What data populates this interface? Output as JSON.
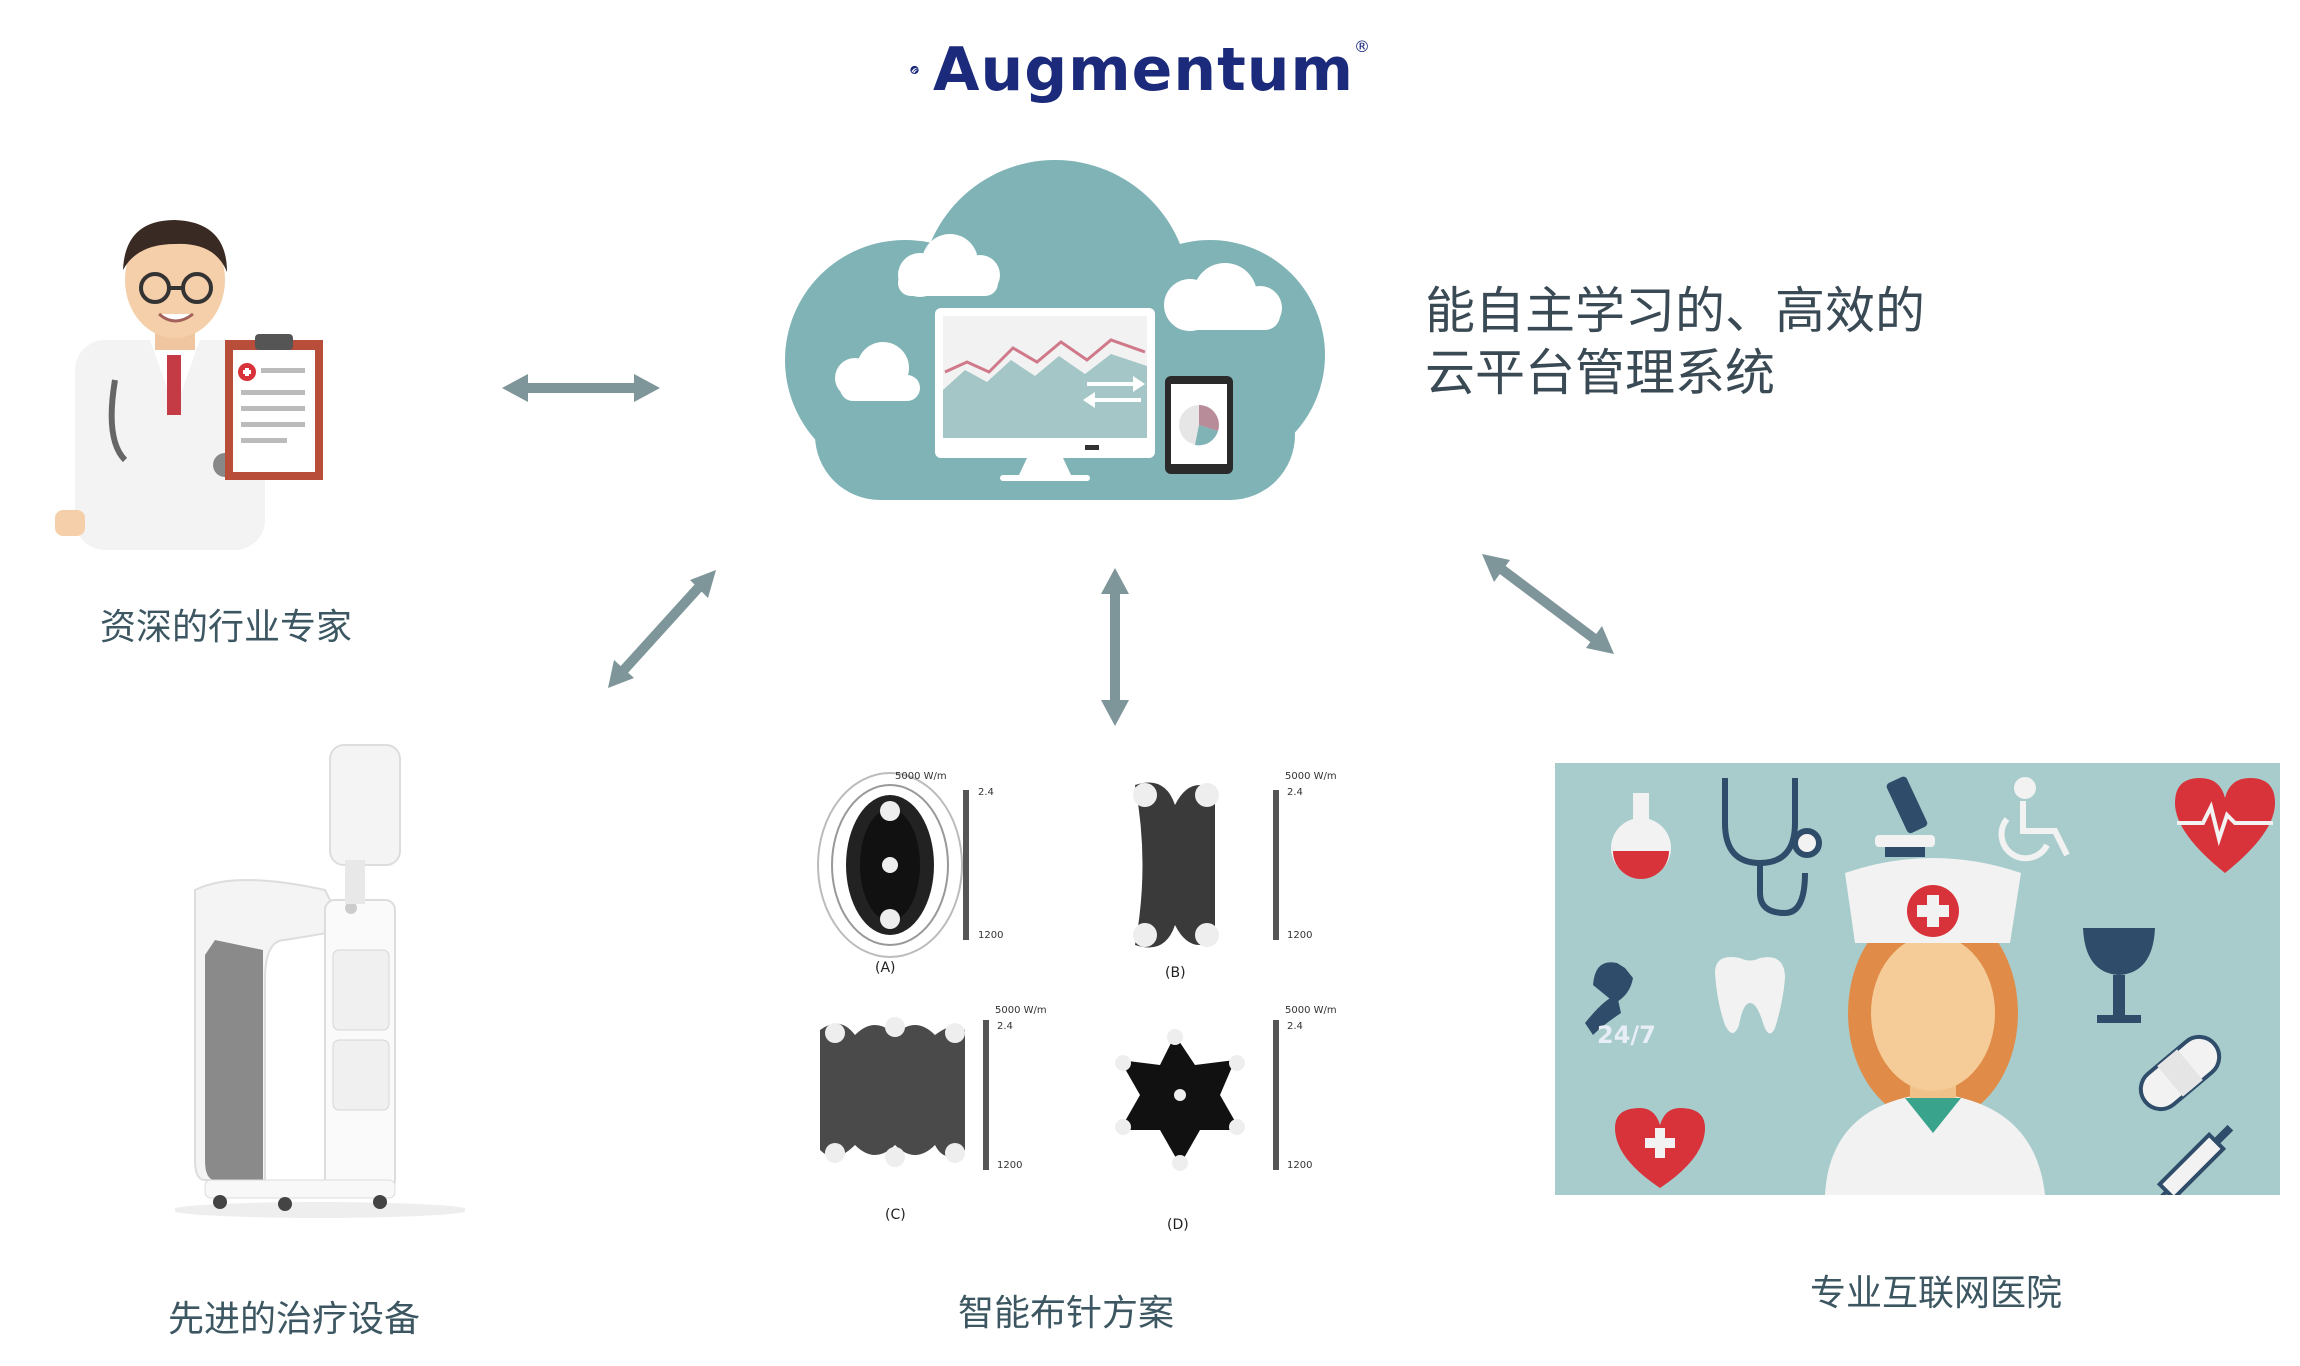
{
  "brand": {
    "name": "Augmentum",
    "reg": "®"
  },
  "cloud": {
    "description_line1": "能自主学习的、高效的",
    "description_line2": "云平台管理系统"
  },
  "nodes": {
    "expert": {
      "label": "资深的行业专家"
    },
    "device": {
      "label": "先进的治疗设备"
    },
    "needle": {
      "label": "智能布针方案",
      "panels": [
        {
          "caption": "(A)",
          "scale_title": "5000 W/m",
          "scale_top": "2.4",
          "scale_bottom": "1200"
        },
        {
          "caption": "(B)",
          "scale_title": "5000 W/m",
          "scale_top": "2.4",
          "scale_bottom": "1200"
        },
        {
          "caption": "(C)",
          "scale_title": "5000 W/m",
          "scale_top": "2.4",
          "scale_bottom": "1200"
        },
        {
          "caption": "(D)",
          "scale_title": "5000 W/m",
          "scale_top": "2.4",
          "scale_bottom": "1200"
        }
      ]
    },
    "hospital": {
      "label": "专业互联网医院",
      "badge_247": "24/7"
    }
  },
  "colors": {
    "arrow": "#7e9599",
    "cloud": "#7fb3b6",
    "brand": "#1b2a7a",
    "hospital_bg": "#a8cccc",
    "accent_red": "#d8333b"
  },
  "icons": [
    "doctor-illustration",
    "clipboard-icon",
    "cloud-icon",
    "monitor-icon",
    "tablet-icon",
    "treatment-device-illustration",
    "flask-icon",
    "stethoscope-icon",
    "microscope-icon",
    "wheelchair-icon",
    "heartbeat-icon",
    "phone-icon",
    "tooth-icon",
    "nurse-illustration",
    "medicine-cup-icon",
    "bandage-icon",
    "heart-plus-icon",
    "syringe-icon"
  ]
}
